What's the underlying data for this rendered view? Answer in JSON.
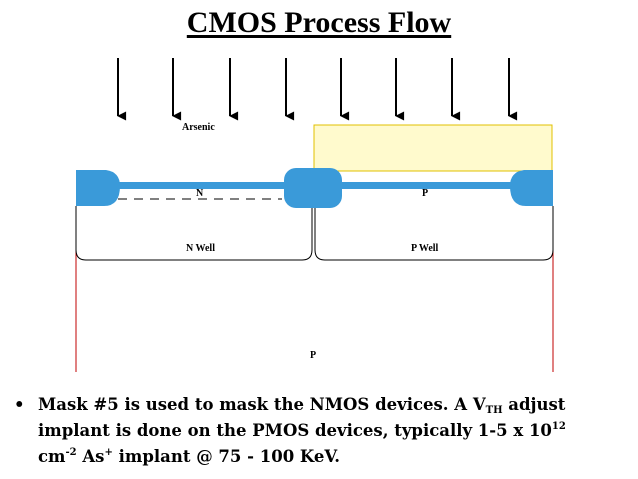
{
  "title": "CMOS Process Flow",
  "labels": {
    "arsenic": "Arsenic",
    "n_region": "N",
    "p_region": "P",
    "n_well": "N Well",
    "p_well": "P Well",
    "substrate": "P"
  },
  "colors": {
    "oxide": "#3a9ad9",
    "mask": "#fffacd",
    "mask_border": "#e0c000",
    "substrate_edge": "#c00000",
    "arrow": "#000000"
  },
  "bullet": {
    "line1_a": "Mask #5 is used to mask the NMOS devices. A V",
    "line1_sub": "TH",
    "line1_b": " adjust",
    "line2_a": "implant is done on the PMOS devices, typically 1-5 x 10",
    "line2_sup": "12",
    "line3_a": "cm",
    "line3_sup1": "-2",
    "line3_b": " As",
    "line3_sup2": "+",
    "line3_c": " implant @ 75 - 100 KeV."
  }
}
